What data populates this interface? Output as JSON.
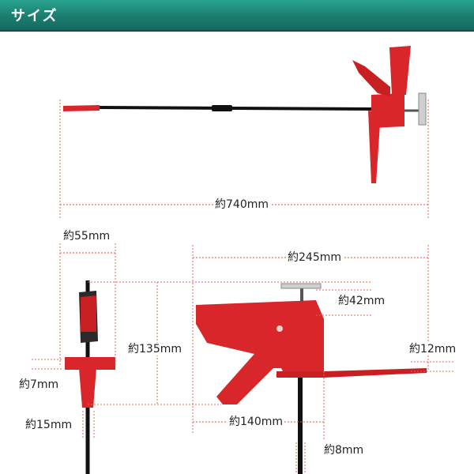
{
  "header": {
    "title": "サイズ"
  },
  "colors": {
    "header": "#1b7d6f",
    "tool_red": "#d8262a",
    "rod_black": "#111111",
    "dimension_line": "#e0533a",
    "guide_line": "#e06a55"
  },
  "dimensions": {
    "total_length": "約740mm",
    "jaw_width": "約55mm",
    "body_length": "約245mm",
    "screw_height": "約42mm",
    "body_height": "約135mm",
    "plate_thickness": "約12mm",
    "jaw_depth": "約7mm",
    "rod_diameter_side": "約15mm",
    "handle_length": "約140mm",
    "rod_diameter": "約8mm"
  }
}
